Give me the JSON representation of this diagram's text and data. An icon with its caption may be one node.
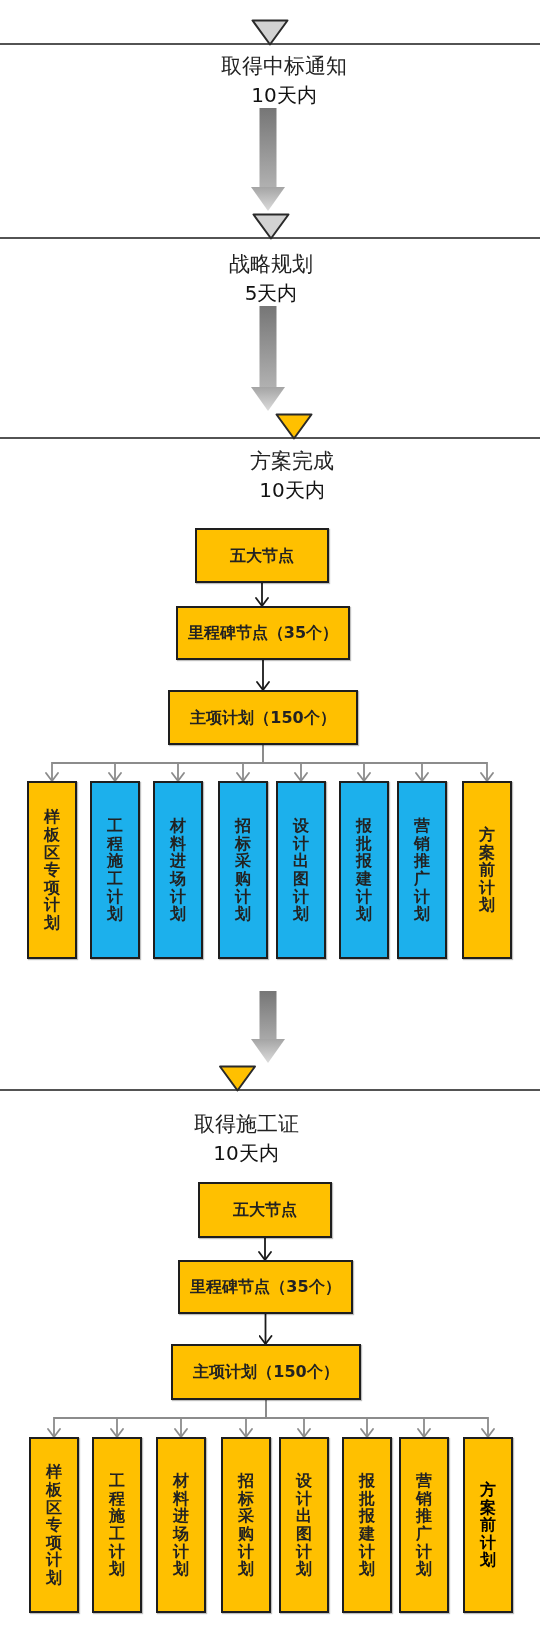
{
  "diagram": {
    "nodes": [
      {
        "text": [
          "取得中标通知",
          "10天内"
        ]
      },
      {
        "text": [
          "战略规划",
          "5天内"
        ]
      },
      {
        "text": [
          "方案完成",
          "10天内"
        ]
      },
      {
        "text": [
          "五大节点"
        ]
      },
      {
        "text": [
          "里程碑节点（35个）"
        ]
      },
      {
        "text": [
          "主项计划（150个）"
        ]
      },
      {
        "text": [
          "样板区专项计划"
        ]
      },
      {
        "text": [
          "工程施工计划"
        ]
      },
      {
        "text": [
          "材料进场计划"
        ]
      },
      {
        "text": [
          "招标采购计划"
        ]
      },
      {
        "text": [
          "设计出图计划"
        ]
      },
      {
        "text": [
          "报批报建计划"
        ]
      },
      {
        "text": [
          "营销推广计划"
        ]
      },
      {
        "text": [
          "方案前计划"
        ]
      },
      {
        "text": [
          "取得施工证",
          "10天内"
        ]
      },
      {
        "text": [
          "五大节点"
        ]
      },
      {
        "text": [
          "里程碑节点（35个）"
        ]
      },
      {
        "text": [
          "主项计划（150个）"
        ]
      },
      {
        "text": [
          "样板区专项计划"
        ]
      },
      {
        "text": [
          "工程施工计划"
        ]
      },
      {
        "text": [
          "材料进场计划"
        ]
      },
      {
        "text": [
          "招标采购计划"
        ]
      },
      {
        "text": [
          "设计出图计划"
        ]
      },
      {
        "text": [
          "报批报建计划"
        ]
      },
      {
        "text": [
          "营销推广计划"
        ]
      },
      {
        "text": [
          "方案前计划"
        ]
      }
    ],
    "edges": [
      {
        "from": 0,
        "to": 1,
        "arrow": "to",
        "style": "thick"
      },
      {
        "from": 1,
        "to": 2,
        "arrow": "to",
        "style": "thick"
      },
      {
        "from": 3,
        "to": 4,
        "arrow": "to",
        "color": "#1a1a1a"
      },
      {
        "from": 4,
        "to": 5,
        "arrow": "to",
        "color": "#1a1a1a"
      },
      {
        "from": 5,
        "to": 6,
        "arrow": "to"
      },
      {
        "from": 5,
        "to": 7,
        "arrow": "to"
      },
      {
        "from": 5,
        "to": 8,
        "arrow": "to"
      },
      {
        "from": 5,
        "to": 9,
        "arrow": "to"
      },
      {
        "from": 5,
        "to": 10,
        "arrow": "to"
      },
      {
        "from": 5,
        "to": 11,
        "arrow": "to"
      },
      {
        "from": 5,
        "to": 12,
        "arrow": "to"
      },
      {
        "from": 5,
        "to": 13,
        "arrow": "to"
      },
      {
        "from": null,
        "to": 14,
        "arrow": "to",
        "style": "thick"
      },
      {
        "from": 15,
        "to": 16,
        "arrow": "to",
        "color": "#1a1a1a"
      },
      {
        "from": 16,
        "to": 17,
        "arrow": "to",
        "color": "#1a1a1a"
      },
      {
        "from": 17,
        "to": 18,
        "arrow": "to"
      },
      {
        "from": 17,
        "to": 19,
        "arrow": "to"
      },
      {
        "from": 17,
        "to": 20,
        "arrow": "to"
      },
      {
        "from": 17,
        "to": 21,
        "arrow": "to"
      },
      {
        "from": 17,
        "to": 22,
        "arrow": "to"
      },
      {
        "from": 17,
        "to": 23,
        "arrow": "to"
      },
      {
        "from": 17,
        "to": 24,
        "arrow": "to"
      },
      {
        "from": 17,
        "to": 25,
        "arrow": "to"
      }
    ]
  }
}
